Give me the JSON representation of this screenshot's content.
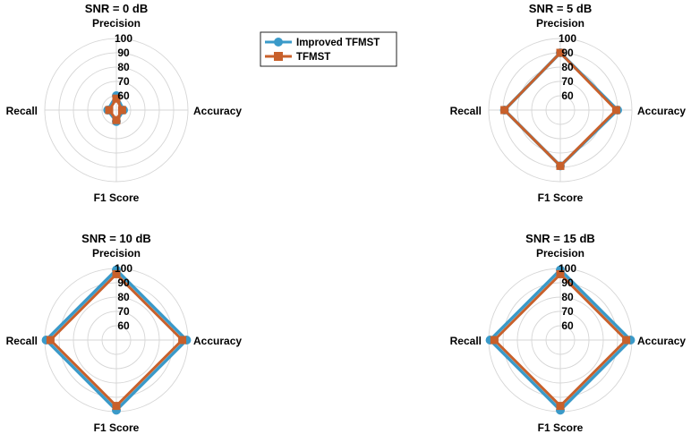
{
  "chart_data": [
    {
      "type": "radar",
      "title": "SNR = 0 dB",
      "categories": [
        "Precision",
        "Accuracy",
        "F1 Score",
        "Recall"
      ],
      "rlim": [
        50,
        100
      ],
      "rticks": [
        "60",
        "70",
        "80",
        "90",
        "100"
      ],
      "grid": true,
      "series": [
        {
          "name": "Improved TFMST",
          "values": [
            60,
            55,
            58,
            56
          ]
        },
        {
          "name": "TFMST",
          "values": [
            58,
            54,
            57,
            55
          ]
        }
      ]
    },
    {
      "type": "radar",
      "title": "SNR = 5 dB",
      "categories": [
        "Precision",
        "Accuracy",
        "F1 Score",
        "Recall"
      ],
      "rlim": [
        50,
        100
      ],
      "rticks": [
        "60",
        "70",
        "80",
        "90",
        "100"
      ],
      "grid": true,
      "series": [
        {
          "name": "Improved TFMST",
          "values": [
            90,
            90,
            89,
            89
          ]
        },
        {
          "name": "TFMST",
          "values": [
            90,
            89,
            89,
            89
          ]
        }
      ]
    },
    {
      "type": "radar",
      "title": "SNR = 10 dB",
      "categories": [
        "Precision",
        "Accuracy",
        "F1 Score",
        "Recall"
      ],
      "rlim": [
        50,
        100
      ],
      "rticks": [
        "60",
        "70",
        "80",
        "90",
        "100"
      ],
      "grid": true,
      "series": [
        {
          "name": "Improved TFMST",
          "values": [
            99,
            99,
            99,
            99
          ]
        },
        {
          "name": "TFMST",
          "values": [
            96,
            96,
            96,
            96
          ]
        }
      ]
    },
    {
      "type": "radar",
      "title": "SNR = 15 dB",
      "categories": [
        "Precision",
        "Accuracy",
        "F1 Score",
        "Recall"
      ],
      "rlim": [
        50,
        100
      ],
      "rticks": [
        "60",
        "70",
        "80",
        "90",
        "100"
      ],
      "grid": true,
      "series": [
        {
          "name": "Improved TFMST",
          "values": [
            99,
            99,
            99,
            99
          ]
        },
        {
          "name": "TFMST",
          "values": [
            96,
            96,
            96,
            96
          ]
        }
      ]
    }
  ],
  "legend": {
    "position": "top-center",
    "items": [
      {
        "label": "Improved TFMST",
        "color": "#3a9ac9",
        "marker": "circle"
      },
      {
        "label": "TFMST",
        "color": "#c8602b",
        "marker": "square"
      }
    ]
  }
}
